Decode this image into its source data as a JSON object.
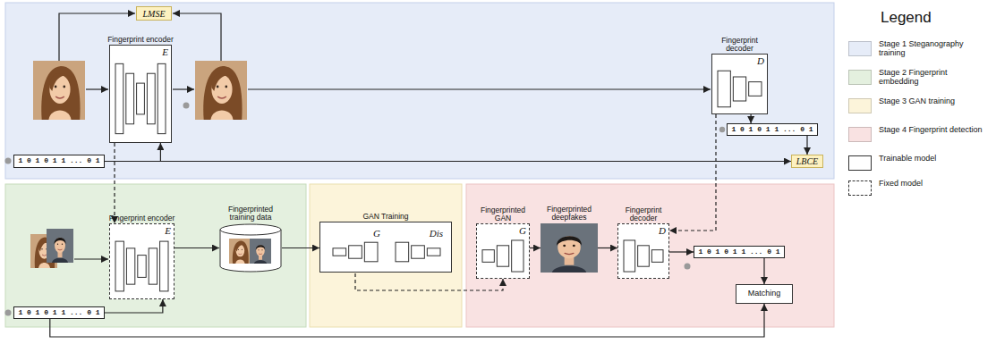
{
  "diagram": {
    "nodes": [
      {
        "text": [
          "LMSE"
        ]
      },
      {
        "text": [
          "Fingerprint encoder",
          "E"
        ]
      },
      {
        "text": [
          "Fingerprint decoder",
          "D"
        ]
      },
      {
        "text": [
          "1 0 1 0 1 1 ... 0 1"
        ]
      },
      {
        "text": [
          "1 0 1 0 1 1 ... 0 1"
        ]
      },
      {
        "text": [
          "LBCE"
        ]
      },
      {
        "text": [
          "Fingerprint encoder",
          "E"
        ]
      },
      {
        "text": [
          "Fingerprinted training data"
        ]
      },
      {
        "text": [
          "1 0 1 0 1 1 ... 0 1"
        ]
      },
      {
        "text": [
          "GAN Training"
        ]
      },
      {
        "text": [
          "G"
        ],
        "in": 9
      },
      {
        "text": [
          "Dis"
        ],
        "in": 9
      },
      {
        "text": [
          "Fingerprinted GAN",
          "G"
        ]
      },
      {
        "text": [
          "Fingerprinted deepfakes"
        ]
      },
      {
        "text": [
          "Fingerprint decoder",
          "D"
        ]
      },
      {
        "text": [
          "1 0 1 0 1 1 ... 0 1"
        ]
      },
      {
        "text": [
          "Matching"
        ]
      }
    ],
    "edges": [
      {
        "from": 4,
        "to": 1,
        "arrow": "to"
      },
      {
        "from": 2,
        "to": 3,
        "arrow": "to"
      },
      {
        "from": 3,
        "to": 5,
        "arrow": "to"
      },
      {
        "from": 4,
        "to": 5,
        "arrow": "to"
      },
      {
        "from": 1,
        "to": 6,
        "arrow": "to"
      },
      {
        "from": 2,
        "to": 14,
        "arrow": "to"
      },
      {
        "from": 8,
        "to": 6,
        "arrow": "to"
      },
      {
        "from": 6,
        "to": 7,
        "arrow": "to"
      },
      {
        "from": 7,
        "to": 9,
        "arrow": "to"
      },
      {
        "from": 10,
        "to": 12,
        "arrow": "to"
      },
      {
        "from": 12,
        "to": 13,
        "arrow": "to"
      },
      {
        "from": 13,
        "to": 14,
        "arrow": "to"
      },
      {
        "from": 14,
        "to": 15,
        "arrow": "to"
      },
      {
        "from": 15,
        "to": 16,
        "arrow": "to"
      },
      {
        "from": 8,
        "to": 16,
        "arrow": "to"
      }
    ],
    "labels": [
      "Legend"
    ],
    "legend": [
      {
        "text": "Stage 1 Steganography training",
        "color": "#e6ecf8"
      },
      {
        "text": "Stage 2 Fingerprint embedding",
        "color": "#e4f0df"
      },
      {
        "text": "Stage 3 GAN training",
        "color": "#fcf4da"
      },
      {
        "text": "Stage 4 Fingerprint detection",
        "color": "#f9e2e2"
      },
      {
        "text": "Trainable model"
      },
      {
        "text": "Fixed model"
      }
    ]
  }
}
